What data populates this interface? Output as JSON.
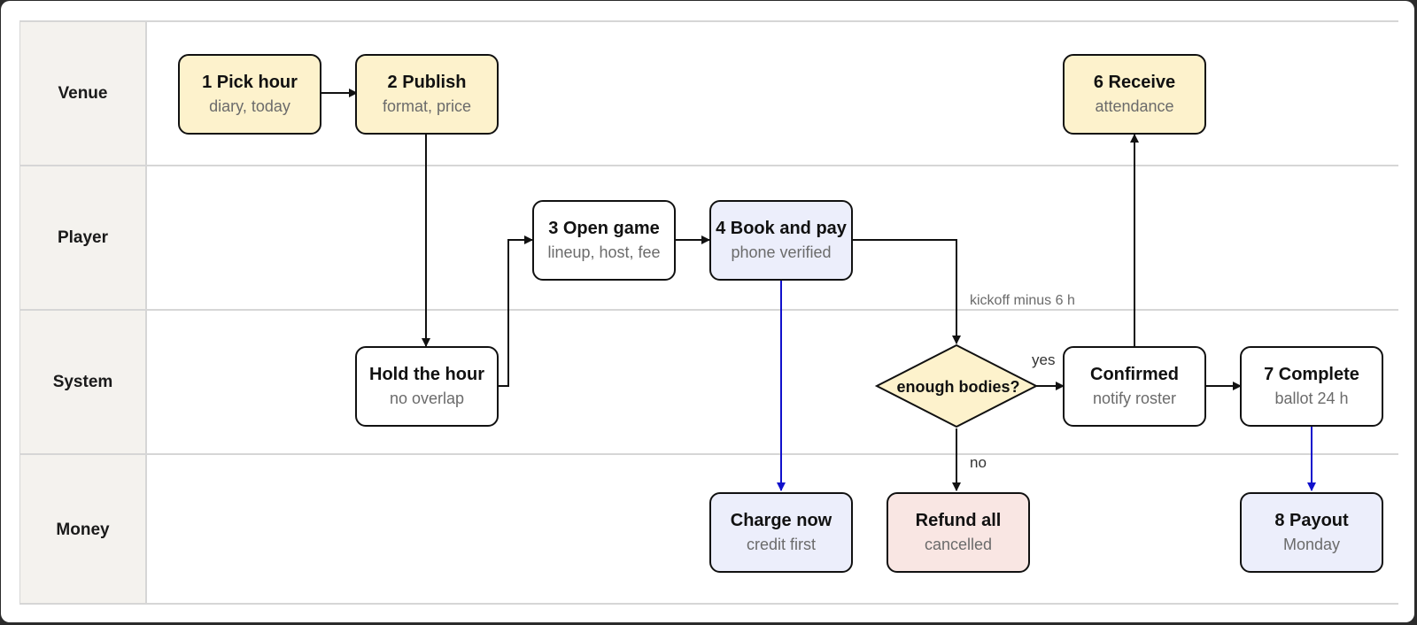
{
  "lanes": [
    "Venue",
    "Player",
    "System",
    "Money"
  ],
  "nodes": {
    "pick_hour": {
      "title": "1 Pick hour",
      "sub": "diary, today"
    },
    "publish": {
      "title": "2 Publish",
      "sub": "format, price"
    },
    "receive": {
      "title": "6 Receive",
      "sub": "attendance"
    },
    "open_game": {
      "title": "3 Open game",
      "sub": "lineup, host, fee"
    },
    "book_pay": {
      "title": "4 Book and pay",
      "sub": "phone verified"
    },
    "hold_hour": {
      "title": "Hold the hour",
      "sub": "no overlap"
    },
    "decision": {
      "title": "enough bodies?"
    },
    "confirmed": {
      "title": "Confirmed",
      "sub": "notify roster"
    },
    "complete": {
      "title": "7 Complete",
      "sub": "ballot 24 h"
    },
    "charge_now": {
      "title": "Charge now",
      "sub": "credit first"
    },
    "refund_all": {
      "title": "Refund all",
      "sub": "cancelled"
    },
    "payout": {
      "title": "8 Payout",
      "sub": "Monday"
    }
  },
  "edge_labels": {
    "kickoff": "kickoff minus 6 h",
    "yes": "yes",
    "no": "no"
  },
  "colors": {
    "venue_fill": "#fdf2cc",
    "money_fill": "#eceefb",
    "refund_fill": "#f9e6e3",
    "money_arrow": "#1010cc",
    "arrow": "#111111"
  }
}
